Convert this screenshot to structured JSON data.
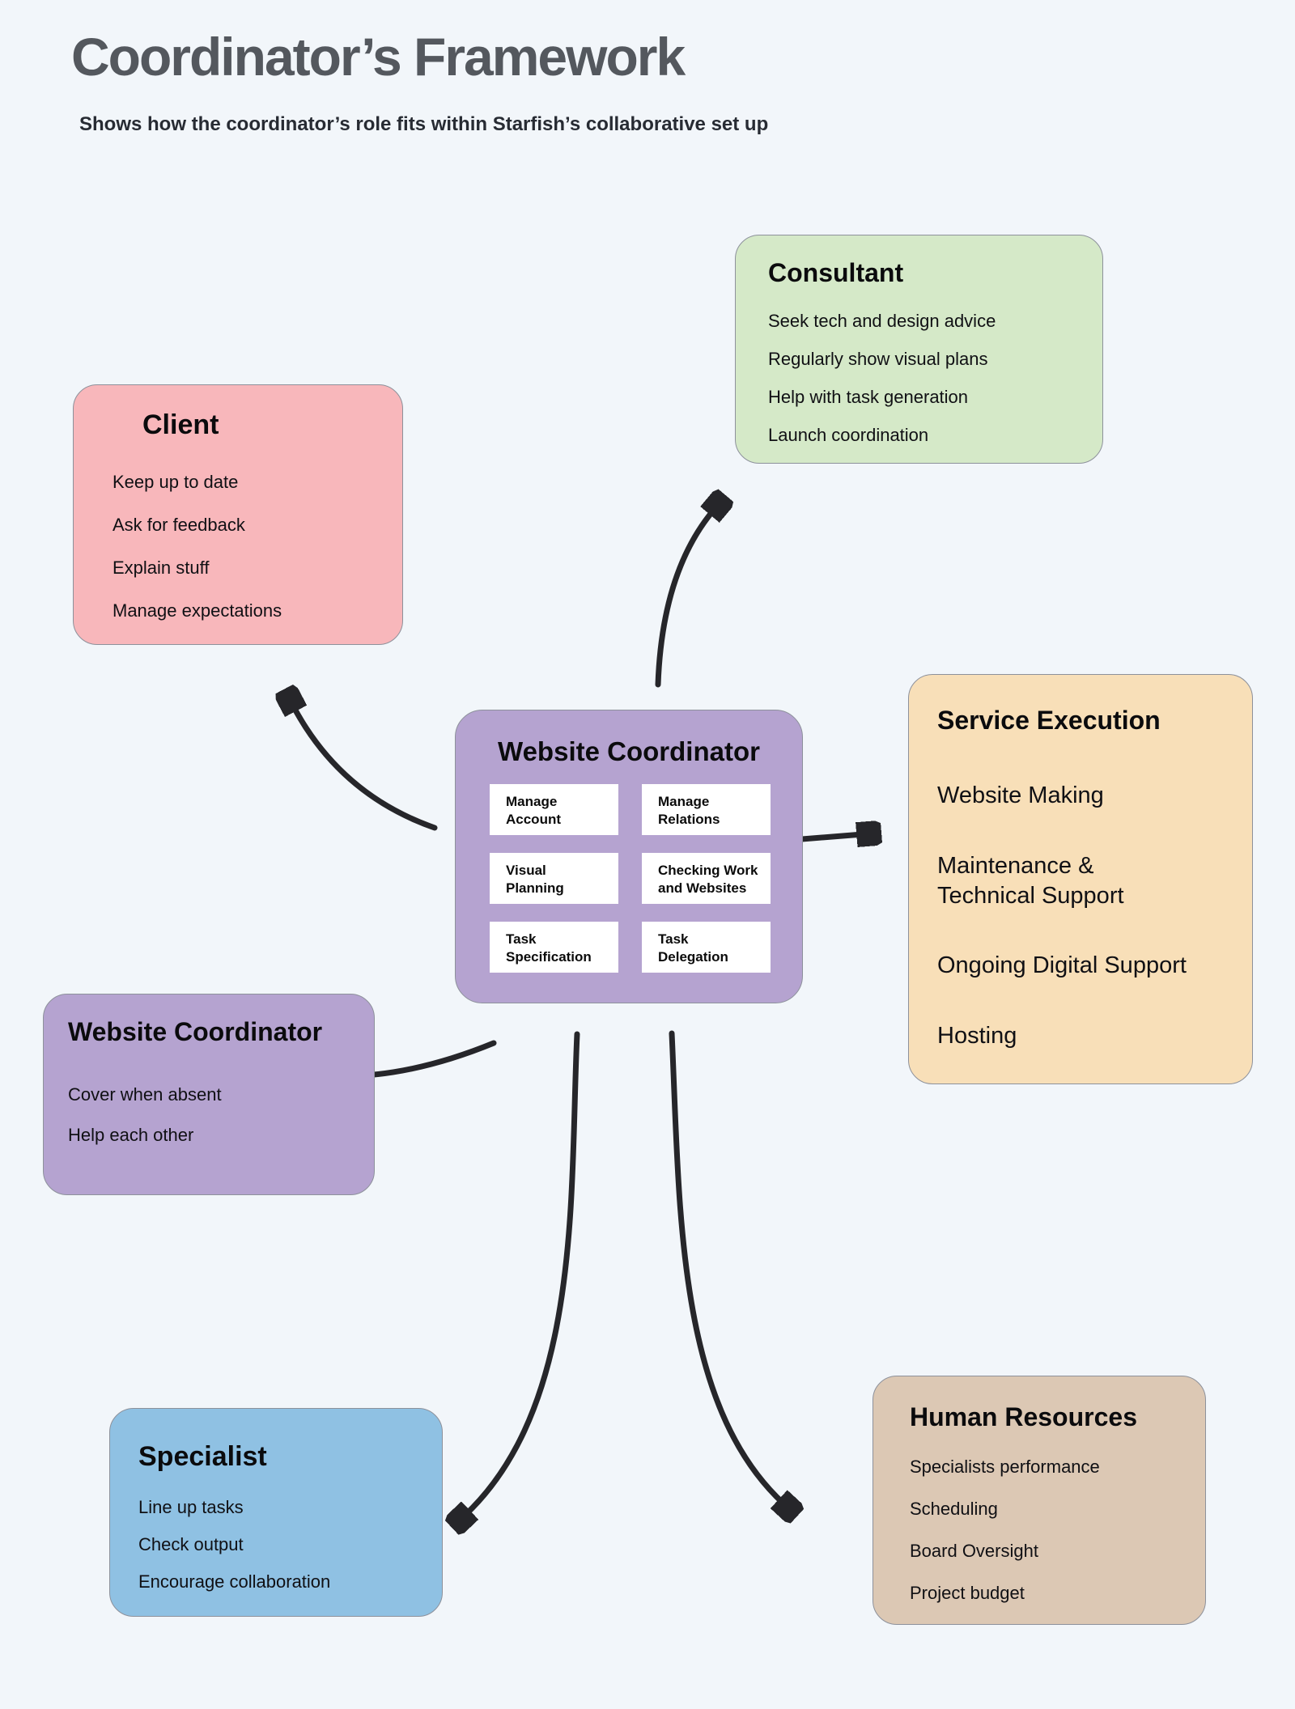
{
  "header": {
    "title": "Coordinator’s Framework",
    "subtitle": "Shows how the coordinator’s role fits within Starfish’s collaborative set up"
  },
  "cards": {
    "consultant": {
      "title": "Consultant",
      "items": [
        "Seek tech and design advice",
        "Regularly show visual plans",
        "Help with task generation",
        "Launch coordination"
      ]
    },
    "client": {
      "title": "Client",
      "items": [
        "Keep up to date",
        "Ask for feedback",
        "Explain stuff",
        "Manage expectations"
      ]
    },
    "center": {
      "title": "Website Coordinator",
      "tasks": [
        "Manage\nAccount",
        "Manage\nRelations",
        "Visual\nPlanning",
        "Checking Work\nand Websites",
        "Task\nSpecification",
        "Task\nDelegation"
      ]
    },
    "service": {
      "title": "Service Execution",
      "items": [
        "Website Making",
        "Maintenance &\nTechnical Support",
        "Ongoing Digital Support",
        "Hosting"
      ]
    },
    "leftwc": {
      "title": "Website Coordinator",
      "items": [
        "Cover when absent",
        "Help each other"
      ]
    },
    "specialist": {
      "title": "Specialist",
      "items": [
        "Line up tasks",
        "Check output",
        "Encourage collaboration"
      ]
    },
    "hr": {
      "title": "Human Resources",
      "items": [
        "Specialists performance",
        "Scheduling",
        "Board Oversight",
        "Project budget"
      ]
    }
  },
  "connections": [
    {
      "from": "website-coordinator",
      "to": "consultant"
    },
    {
      "from": "website-coordinator",
      "to": "client"
    },
    {
      "from": "website-coordinator",
      "to": "service-execution"
    },
    {
      "from": "website-coordinator",
      "to": "website-coordinator-peer"
    },
    {
      "from": "website-coordinator",
      "to": "specialist"
    },
    {
      "from": "website-coordinator",
      "to": "human-resources"
    }
  ],
  "palette": {
    "background": "#f2f6fa",
    "consultant": "#d5e9c8",
    "client": "#f8b7bb",
    "center": "#b5a3d0",
    "service": "#f8dfb8",
    "leftwc": "#b5a3d0",
    "specialist": "#8fc1e3",
    "hr": "#dcc8b4",
    "arrow": "#26262a",
    "title_color": "#54585e"
  }
}
